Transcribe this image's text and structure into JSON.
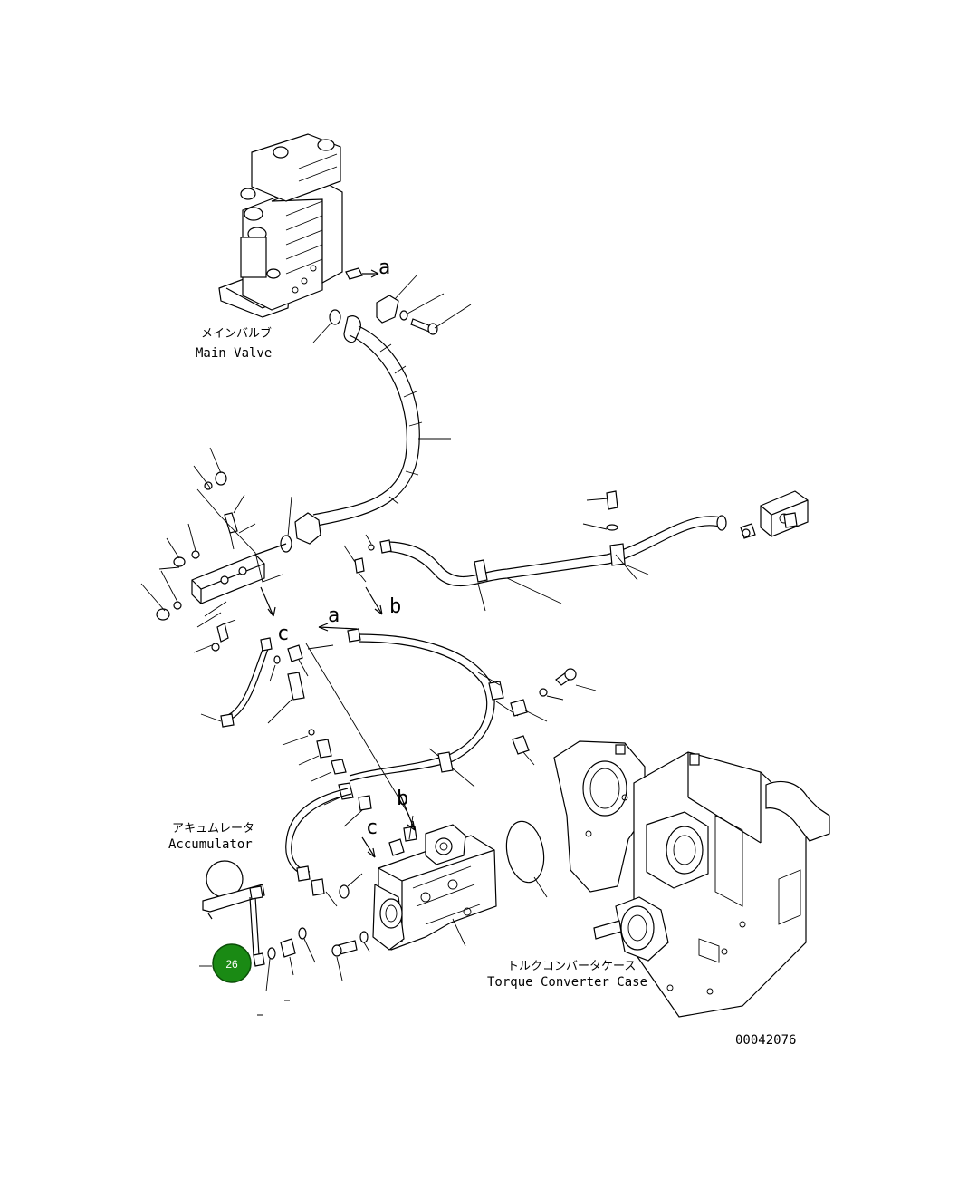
{
  "labels": {
    "main_valve_jp": "メインバルブ",
    "main_valve_en": "Main Valve",
    "accumulator_jp": "アキュムレータ",
    "accumulator_en": "Accumulator",
    "torque_converter_jp": "トルクコンバータケース",
    "torque_converter_en": "Torque Converter Case",
    "ref_a_1": "a",
    "ref_a_2": "a",
    "ref_b_1": "b",
    "ref_b_2": "b",
    "ref_c_1": "c",
    "ref_c_2": "c"
  },
  "callout": {
    "number": "26",
    "color": "#1a8a14"
  },
  "drawing_number": "00042076"
}
